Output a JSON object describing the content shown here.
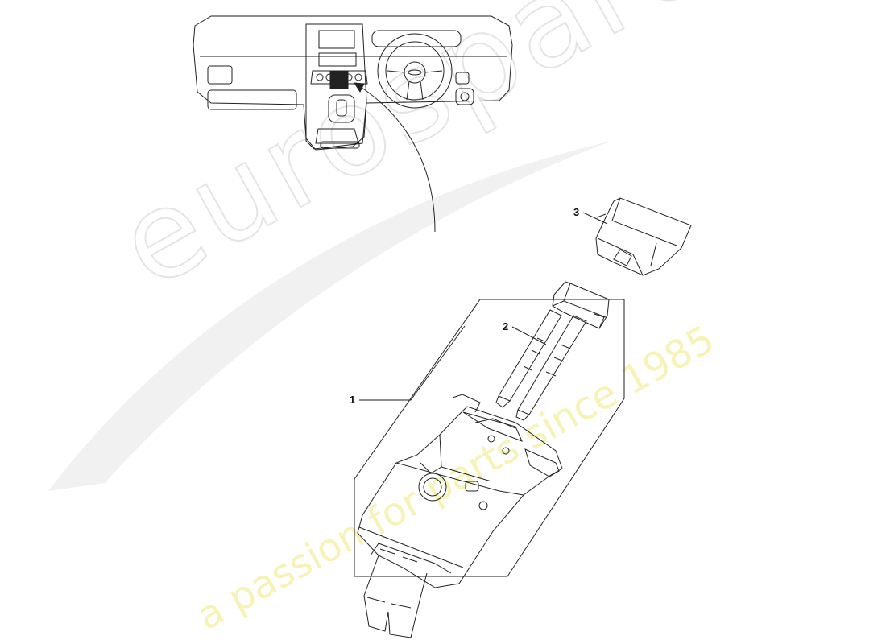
{
  "callouts": [
    {
      "id": "1",
      "label": "1"
    },
    {
      "id": "2",
      "label": "2"
    },
    {
      "id": "3",
      "label": "3"
    }
  ],
  "watermark": {
    "brand": "eurospares",
    "tagline": "a passion for parts since 1985",
    "brand_color": "#d0d0d0",
    "tagline_color": "#f0e878"
  },
  "icons": [
    "dashboard-overview-icon",
    "switch-assembly-icon",
    "bolt-icon",
    "cover-cap-icon"
  ]
}
